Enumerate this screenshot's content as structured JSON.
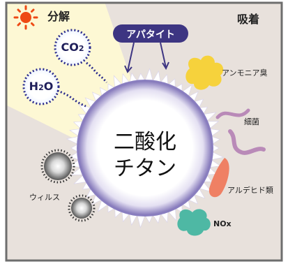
{
  "labels": {
    "decompose": "分解",
    "adsorb": "吸着",
    "apatite": "アパタイト",
    "co2_main": "CO",
    "co2_sub": "2",
    "h2o_main": "H",
    "h2o_sub": "2",
    "h2o_tail": "O",
    "center_line1": "二酸化",
    "center_line2": "チタン",
    "ammonia": "アンモニア臭",
    "bacteria": "細菌",
    "aldehyde": "アルデヒド類",
    "virus": "ウィルス",
    "nox": "NOx"
  },
  "colors": {
    "background": "#e8e1dc",
    "frame": "#6e6e6e",
    "sun": "#ee4a14",
    "light_beam": "#fdf8d4",
    "apatite_badge": "#3d3582",
    "molecule_ring": "#2a2b8c",
    "sphere_edge": "#7d70b6",
    "ammonia": "#f6d23c",
    "bacteria": "#b98ab8",
    "aldehyde": "#ef8064",
    "nox": "#4eb8a4",
    "virus": "#555555"
  }
}
